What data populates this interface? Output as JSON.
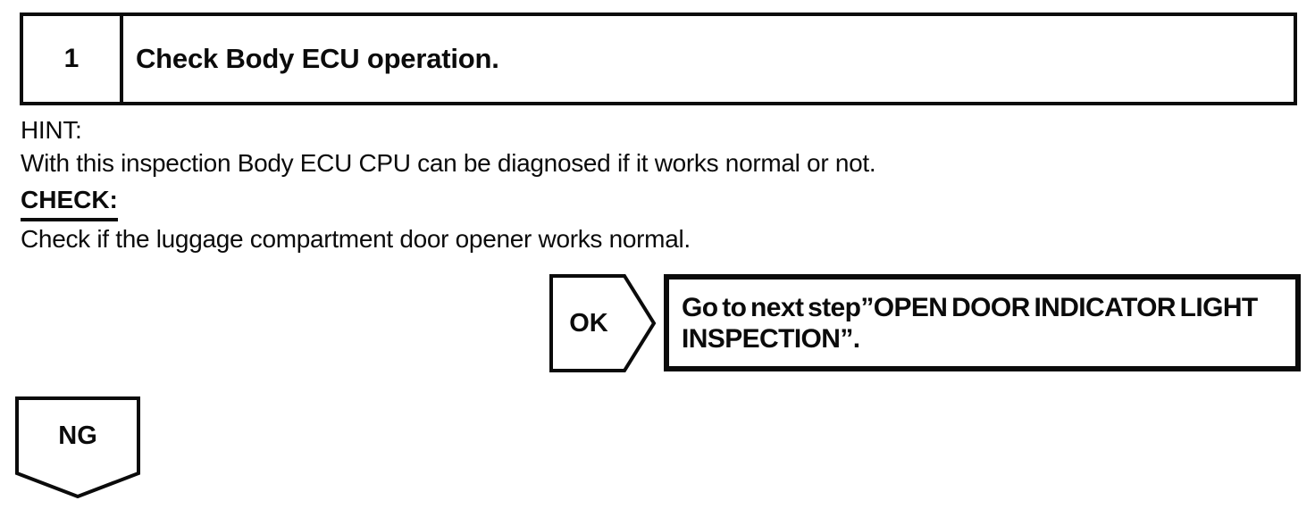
{
  "page": {
    "background": "#ffffff",
    "ink": "#0b0b0b"
  },
  "step": {
    "number": "1",
    "title": "Check Body ECU operation."
  },
  "hint": {
    "label": "HINT:",
    "text": "With this inspection Body ECU CPU can be diagnosed if it works normal or not."
  },
  "check": {
    "label": "CHECK:",
    "text": "Check if the luggage compartment door opener works normal."
  },
  "flow": {
    "ok": {
      "label": "OK",
      "result_line1": "Go to next step”OPEN DOOR INDICATOR LIGHT",
      "result_line2": "INSPECTION”."
    },
    "ng": {
      "label": "NG"
    }
  }
}
